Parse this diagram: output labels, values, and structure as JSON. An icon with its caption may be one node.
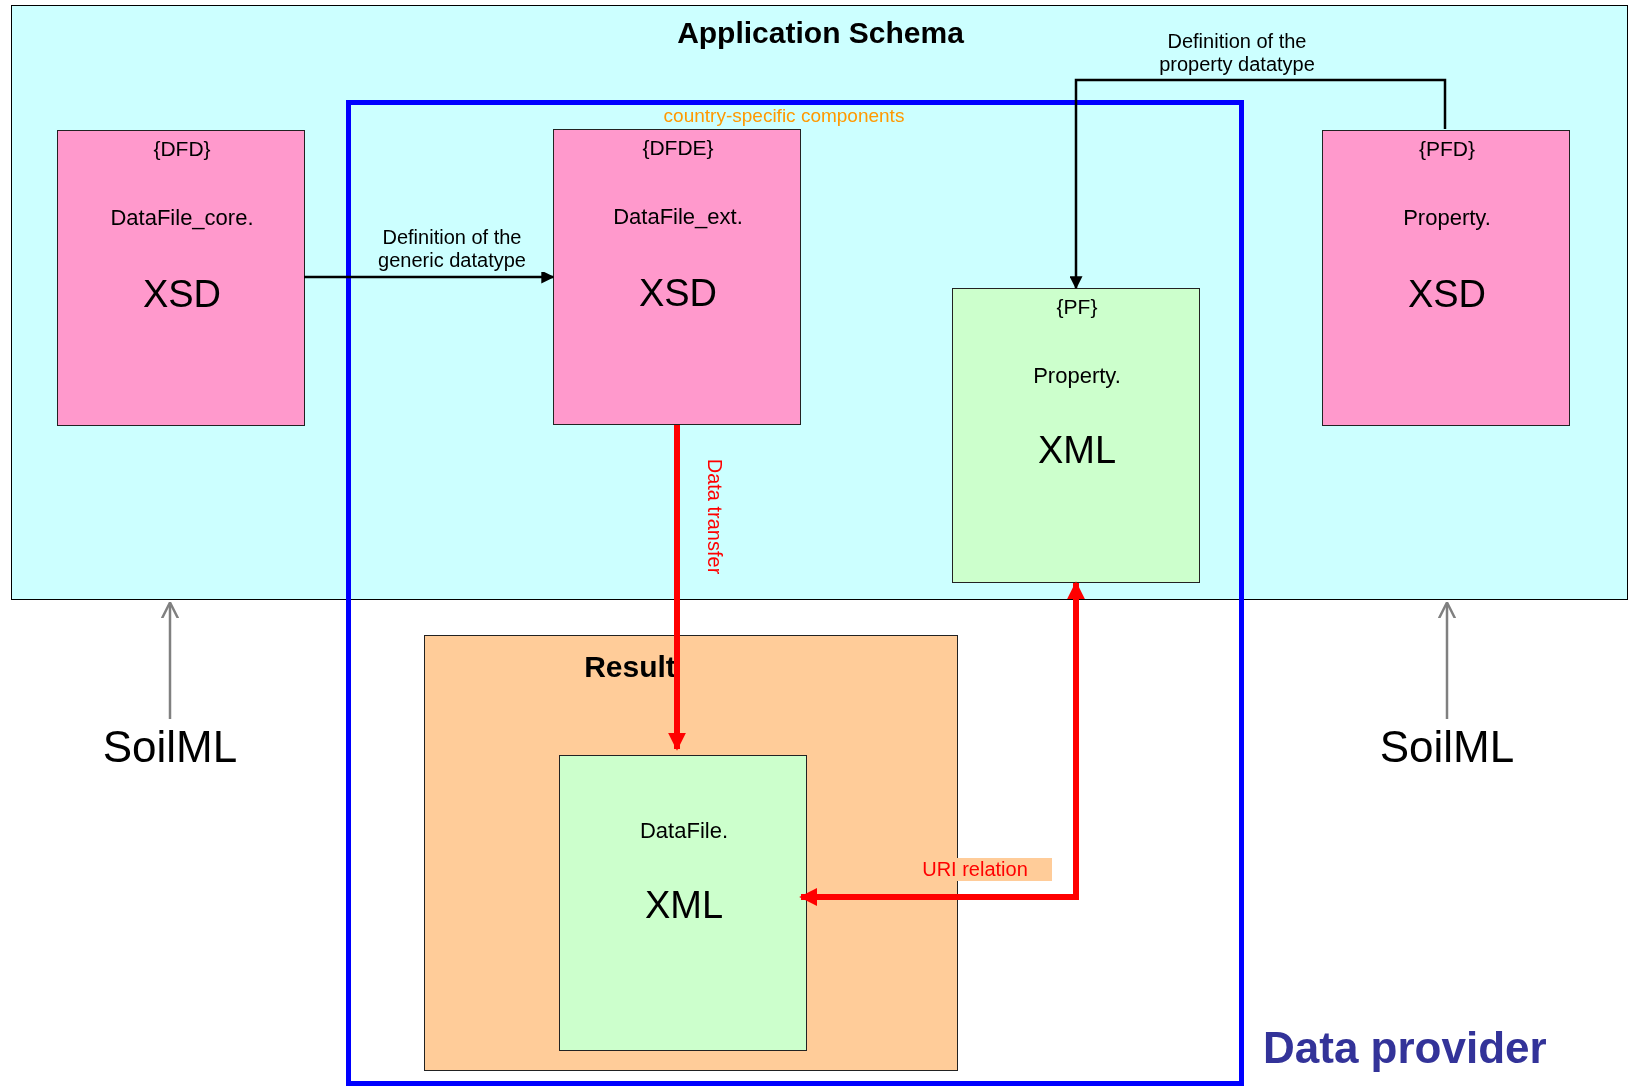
{
  "diagram": {
    "nodes": [
      {
        "text": [
          "Application Schema"
        ]
      },
      {
        "text": [
          "country-specific components"
        ],
        "beside": [
          "Data provider"
        ]
      },
      {
        "text": [
          "{DFD}",
          "DataFile_core.",
          "XSD"
        ],
        "in": 0
      },
      {
        "text": [
          "{DFDE}",
          "DataFile_ext.",
          "XSD"
        ]
      },
      {
        "text": [
          "{PF}",
          "Property.",
          "XML"
        ]
      },
      {
        "text": [
          "{PFD}",
          "Property.",
          "XSD"
        ],
        "in": 0
      },
      {
        "text": [
          "Result"
        ],
        "in": 1
      },
      {
        "text": [
          "DataFile.",
          "XML"
        ],
        "in": 6
      },
      {
        "text": [
          "SoilML"
        ]
      },
      {
        "text": [
          "SoilML"
        ]
      }
    ],
    "edges": [
      {
        "from": 2,
        "to": 3,
        "arrow": "to",
        "label": "Definition of the generic datatype"
      },
      {
        "from": 5,
        "to": 4,
        "arrow": "to",
        "label": "Definition of the property datatype"
      },
      {
        "from": 3,
        "to": 7,
        "arrow": "to",
        "label": "Data transfer",
        "style": "thick",
        "color": "#ff0000"
      },
      {
        "from": 4,
        "to": 7,
        "arrow": "both",
        "label": "URI relation",
        "style": "thick",
        "color": "#ff0000"
      },
      {
        "from": 8,
        "to": 0,
        "arrow": "to",
        "color": "#808080"
      },
      {
        "from": 9,
        "to": 0,
        "arrow": "to",
        "color": "#808080"
      }
    ]
  }
}
